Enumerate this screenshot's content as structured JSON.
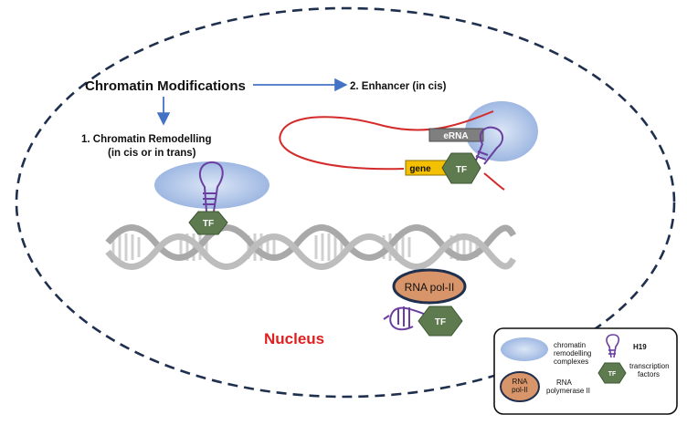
{
  "labels": {
    "chromatin_modifications": "Chromatin Modifications",
    "enhancer": "2. Enhancer (in cis)",
    "remodelling_line1": "1.   Chromatin Remodelling",
    "remodelling_line2": "(in cis or in trans)",
    "nucleus": "Nucleus",
    "erna": "eRNA",
    "gene": "gene",
    "tf": "TF",
    "rna_pol": "RNA pol-II"
  },
  "legend": {
    "chromatin_line1": "chromatin",
    "chromatin_line2": "remodelling",
    "chromatin_line3": "complexes",
    "h19": "H19",
    "rnapol_badge_line1": "RNA",
    "rnapol_badge_line2": "pol-II",
    "rnapol_line1": "RNA",
    "rnapol_line2": "polymerase II",
    "tf_badge": "TF",
    "tf_line1": "transcription",
    "tf_line2": "factors"
  },
  "colors": {
    "nucleus_red": "#e02020",
    "arrow_blue": "#4472c4",
    "tf_green": "#5e7a4f",
    "complex_blue": "#aec4e8",
    "rna_orange": "#d9956a",
    "loop_red": "#d42a2a",
    "erna_gray": "#7f7f7f",
    "gene_yellow": "#f5c000",
    "h19_purple": "#6a3fa0",
    "dna_gray": "#a9a9a9"
  }
}
